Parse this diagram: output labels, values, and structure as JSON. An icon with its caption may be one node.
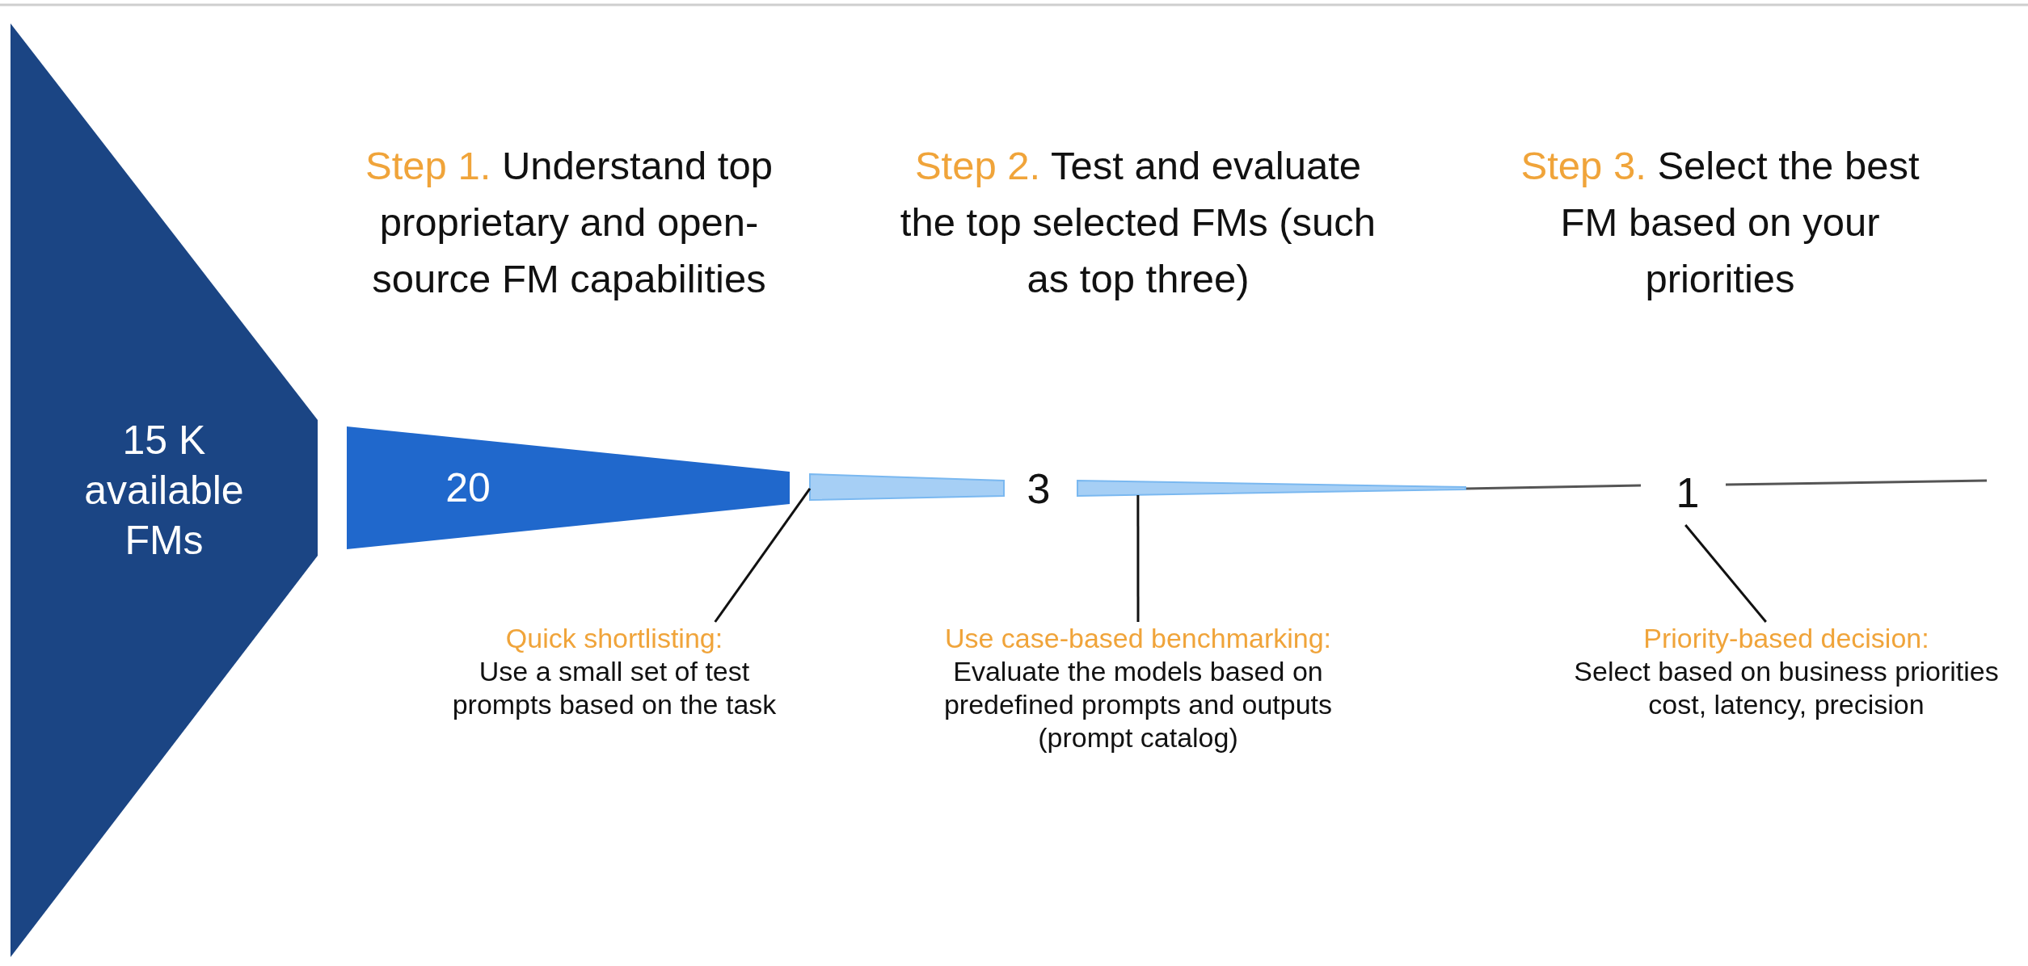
{
  "diagram": {
    "nodes": [
      {
        "text": [
          "15 K available FMs"
        ]
      },
      {
        "text": [
          "20"
        ]
      },
      {
        "text": [],
        "shape": "bar"
      },
      {
        "text": [],
        "shape": "bar"
      },
      {
        "text": [
          "1"
        ]
      },
      {
        "text": [
          "Quick shortlisting:",
          "Use a small set of test prompts based on the task"
        ]
      },
      {
        "text": [
          "Use case-based benchmarking:",
          "Evaluate the models based on predefined prompts and outputs (prompt catalog)"
        ]
      },
      {
        "text": [
          "Priority-based decision:",
          "Select based on business priorities cost, latency, precision"
        ]
      }
    ],
    "edges": [
      {
        "from": 5,
        "to": 2,
        "arrow": "none"
      },
      {
        "from": 6,
        "to": 3,
        "arrow": "none"
      },
      {
        "from": 7,
        "to": 4,
        "arrow": "none"
      }
    ],
    "labels": [
      "Step 1.",
      "Understand top proprietary and open-source FM capabilities",
      "Step 2.",
      "Test and evaluate the top selected FMs (such as top three)",
      "Step 3.",
      "Select the best FM based on your priorities",
      "3"
    ]
  }
}
